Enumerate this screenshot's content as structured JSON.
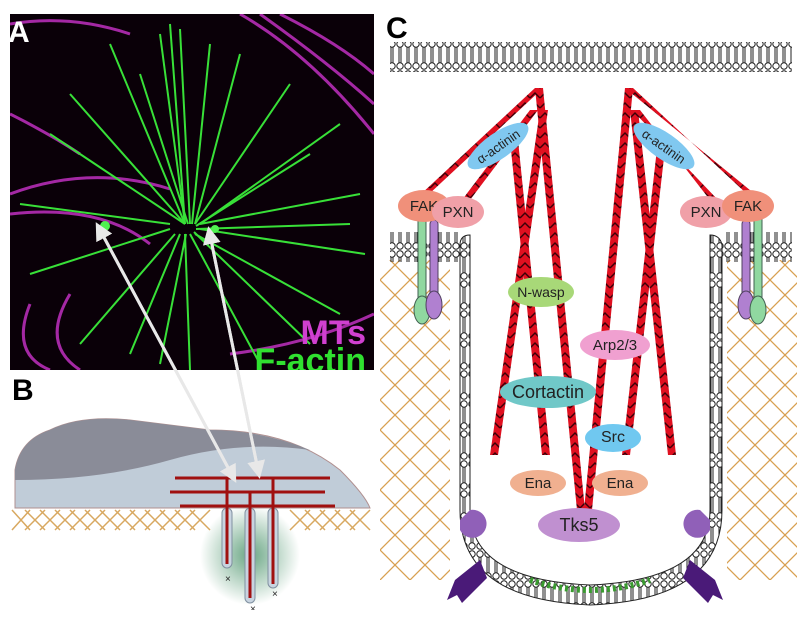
{
  "panels": {
    "a": {
      "label": "A",
      "legend": [
        {
          "text": "MTs",
          "color": "#d040d0"
        },
        {
          "text": "F-actin",
          "color": "#30e030"
        }
      ]
    },
    "b": {
      "label": "B"
    },
    "c": {
      "label": "C",
      "proteins": {
        "fak_left": "FAK",
        "pxn_left": "PXN",
        "alpha_actinin_left": "α-actinin",
        "alpha_actinin_right": "α-actinin",
        "pxn_right": "PXN",
        "fak_right": "FAK",
        "n_wasp": "N-wasp",
        "arp23": "Arp2/3",
        "cortactin": "Cortactin",
        "src": "Src",
        "ena_left": "Ena",
        "ena_right": "Ena",
        "tks5": "Tks5"
      }
    }
  },
  "colors": {
    "actin": "#e01020",
    "fak": "#f0907a",
    "pxn": "#f0a0a8",
    "alpha_actinin": "#80c8f0",
    "n_wasp": "#a8d878",
    "arp23": "#f0a0d0",
    "cortactin": "#70c8c8",
    "src": "#70c8f0",
    "ena": "#f0b090",
    "tks5": "#c090d0",
    "ecm": "#d8a050",
    "integrin_green": "#90d8a0",
    "integrin_purple": "#b080d0",
    "mmp": "#8050b0"
  }
}
